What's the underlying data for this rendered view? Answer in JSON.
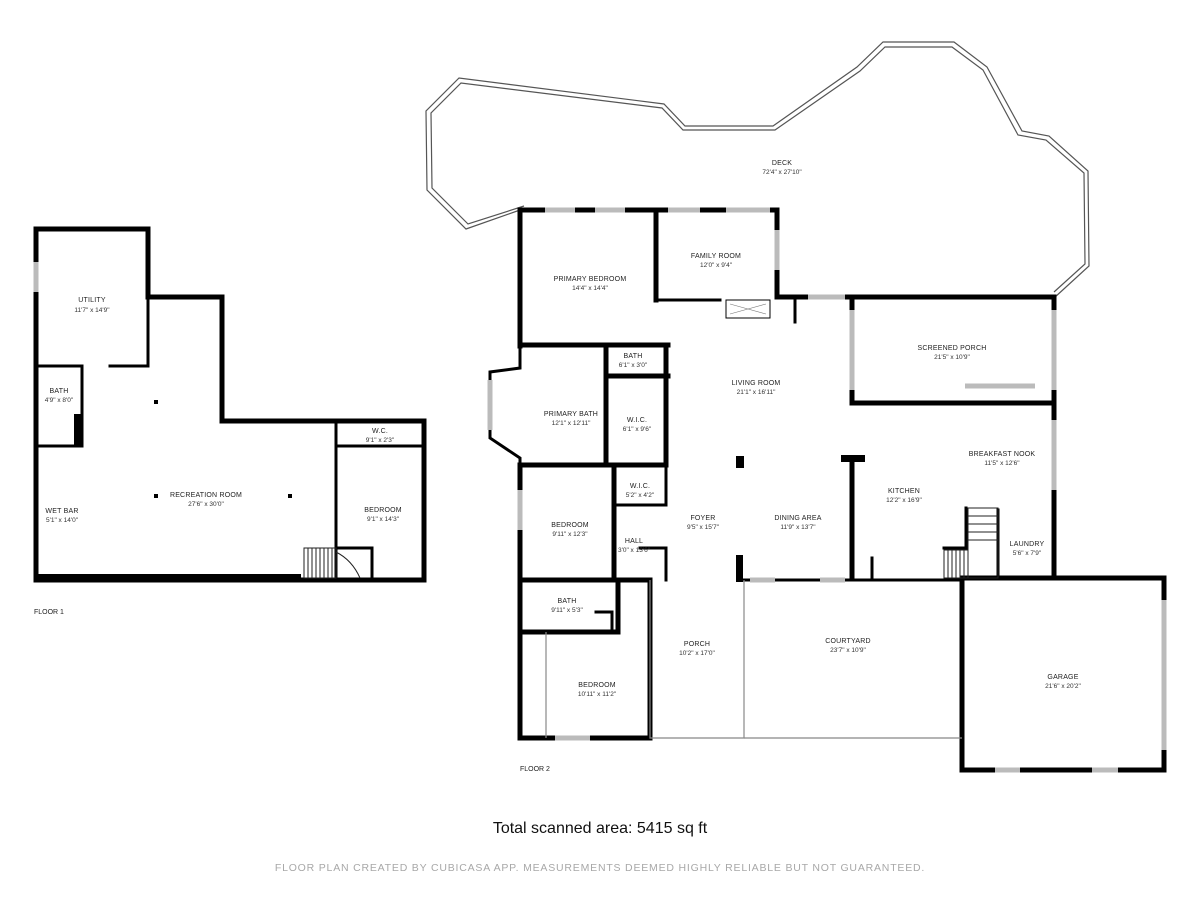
{
  "total_area": "Total scanned area: 5415 sq ft",
  "disclaimer": "FLOOR PLAN CREATED BY CUBICASA APP. MEASUREMENTS DEEMED HIGHLY RELIABLE BUT NOT GUARANTEED.",
  "floors": [
    {
      "label": "FLOOR 1",
      "rooms": [
        {
          "name": "UTILITY",
          "dims": "11'7\" x 14'9\""
        },
        {
          "name": "BATH",
          "dims": "4'9\" x 8'0\""
        },
        {
          "name": "W.C.",
          "dims": "9'1\" x 2'3\""
        },
        {
          "name": "WET BAR",
          "dims": "5'1\" x 14'0\""
        },
        {
          "name": "RECREATION ROOM",
          "dims": "27'6\" x 30'0\""
        },
        {
          "name": "BEDROOM",
          "dims": "9'1\" x 14'3\""
        }
      ]
    },
    {
      "label": "FLOOR 2",
      "rooms": [
        {
          "name": "DECK",
          "dims": "72'4\" x 27'10\""
        },
        {
          "name": "PRIMARY BEDROOM",
          "dims": "14'4\" x 14'4\""
        },
        {
          "name": "FAMILY ROOM",
          "dims": "12'0\" x 9'4\""
        },
        {
          "name": "BATH",
          "dims": "6'1\" x 3'0\""
        },
        {
          "name": "LIVING ROOM",
          "dims": "21'1\" x 16'11\""
        },
        {
          "name": "SCREENED PORCH",
          "dims": "21'5\" x 10'9\""
        },
        {
          "name": "PRIMARY BATH",
          "dims": "12'1\" x 12'11\""
        },
        {
          "name": "W.I.C.",
          "dims": "6'1\" x 9'6\""
        },
        {
          "name": "BREAKFAST NOOK",
          "dims": "11'5\" x 12'6\""
        },
        {
          "name": "W.I.C.",
          "dims": "5'2\" x 4'2\""
        },
        {
          "name": "KITCHEN",
          "dims": "12'2\" x 16'9\""
        },
        {
          "name": "BEDROOM",
          "dims": "9'11\" x 12'3\""
        },
        {
          "name": "FOYER",
          "dims": "9'5\" x 15'7\""
        },
        {
          "name": "DINING AREA",
          "dims": "11'9\" x 13'7\""
        },
        {
          "name": "HALL",
          "dims": "3'0\" x 13'6\""
        },
        {
          "name": "LAUNDRY",
          "dims": "5'6\" x 7'9\""
        },
        {
          "name": "BATH",
          "dims": "9'11\" x 5'3\""
        },
        {
          "name": "PORCH",
          "dims": "10'2\" x 17'0\""
        },
        {
          "name": "COURTYARD",
          "dims": "23'7\" x 10'9\""
        },
        {
          "name": "GARAGE",
          "dims": "21'6\" x 20'2\""
        },
        {
          "name": "BEDROOM",
          "dims": "10'11\" x 11'2\""
        }
      ]
    }
  ]
}
